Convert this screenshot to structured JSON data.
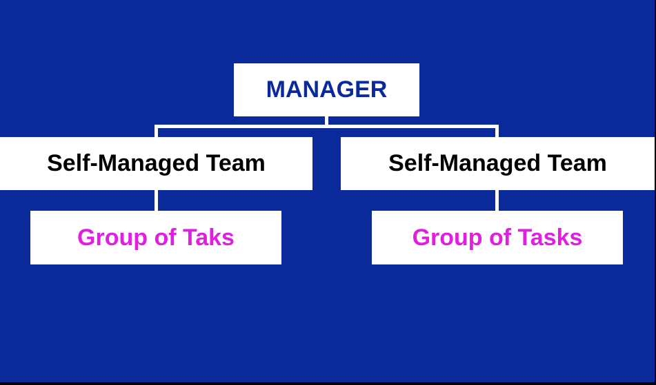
{
  "colors": {
    "background": "#0a2a9c",
    "box_fill": "#ffffff",
    "manager_text": "#0a2a9c",
    "team_text": "#000000",
    "task_text": "#e020e0"
  },
  "diagram": {
    "manager": {
      "label": "MANAGER"
    },
    "teams": [
      {
        "label": "Self-Managed Team",
        "task_label": "Group of Taks"
      },
      {
        "label": "Self-Managed Team",
        "task_label": "Group of Tasks"
      }
    ]
  }
}
